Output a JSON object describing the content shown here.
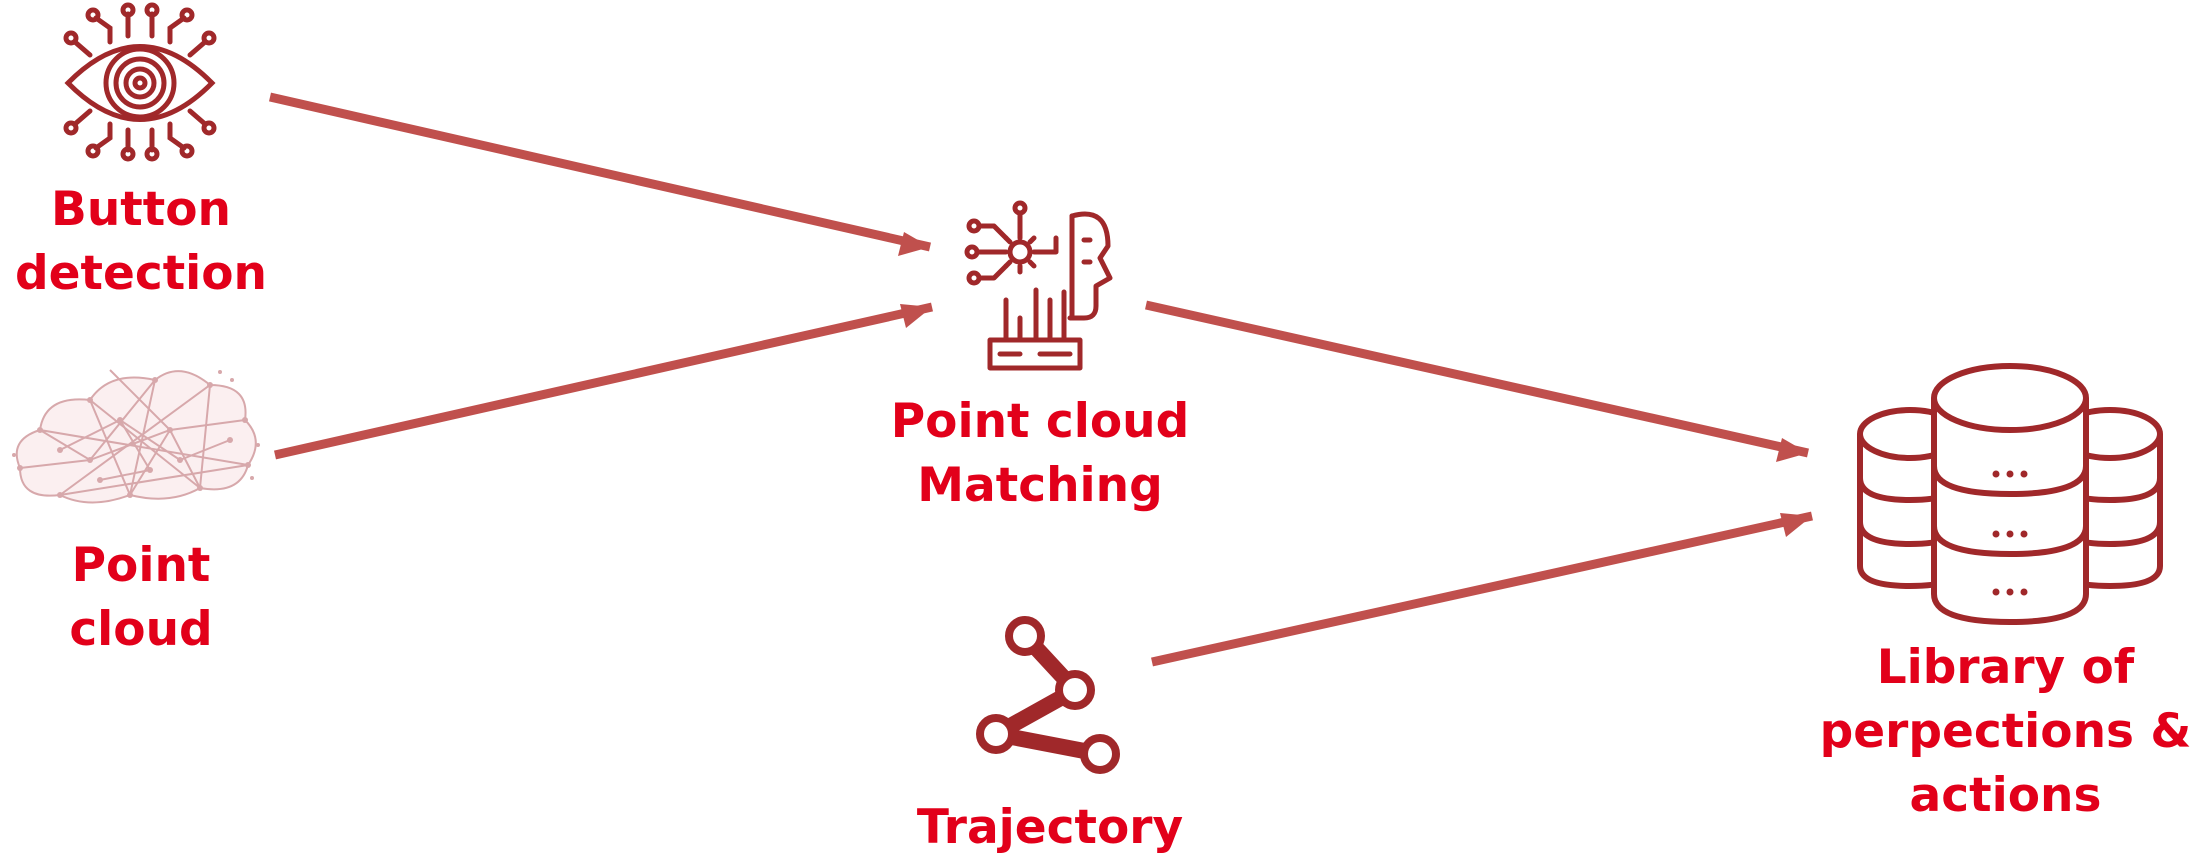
{
  "colors": {
    "label": "#e2001a",
    "icon": "#a0282a",
    "arrow": "#c0504d",
    "cloud": "#d7a8ab"
  },
  "nodes": {
    "button_detection": {
      "icon": "ai-eye-icon",
      "label_lines": [
        "Button",
        "detection"
      ]
    },
    "point_cloud": {
      "icon": "point-cloud-icon",
      "label_lines": [
        "Point",
        "cloud"
      ]
    },
    "matching": {
      "icon": "ai-head-gear-icon",
      "label_lines": [
        "Point cloud",
        "Matching"
      ]
    },
    "trajectory": {
      "icon": "trajectory-icon",
      "label_lines": [
        "Trajectory"
      ]
    },
    "library": {
      "icon": "database-icon",
      "label_lines": [
        "Library of",
        "perpections &",
        "actions"
      ]
    }
  },
  "edges": [
    {
      "from": "button_detection",
      "to": "matching"
    },
    {
      "from": "point_cloud",
      "to": "matching"
    },
    {
      "from": "matching",
      "to": "library"
    },
    {
      "from": "trajectory",
      "to": "library"
    }
  ]
}
